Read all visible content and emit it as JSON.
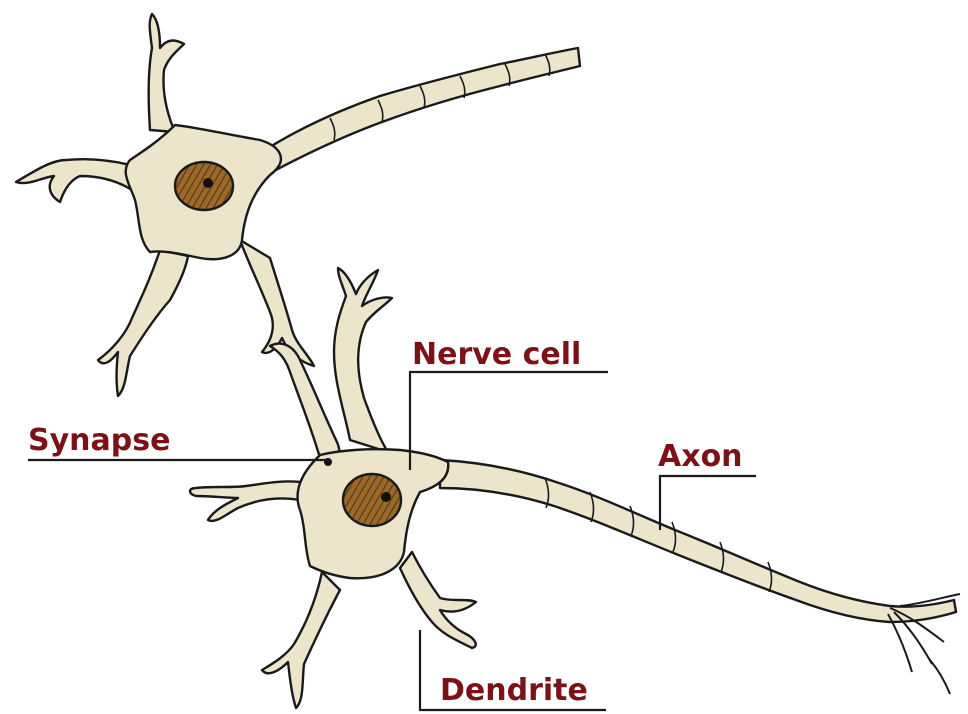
{
  "labels": {
    "nerve_cell": "Nerve cell",
    "synapse": "Synapse",
    "axon": "Axon",
    "dendrite": "Dendrite"
  },
  "colors": {
    "cell_fill": "#ece5cc",
    "outline": "#1a1a1a",
    "label_text": "#7a1218",
    "leader_line": "#1a1a1a",
    "nucleus_fill": "#9b6a2a",
    "nucleus_stripes": "#5a3a12",
    "nucleolus": "#111111",
    "background": "#ffffff"
  }
}
